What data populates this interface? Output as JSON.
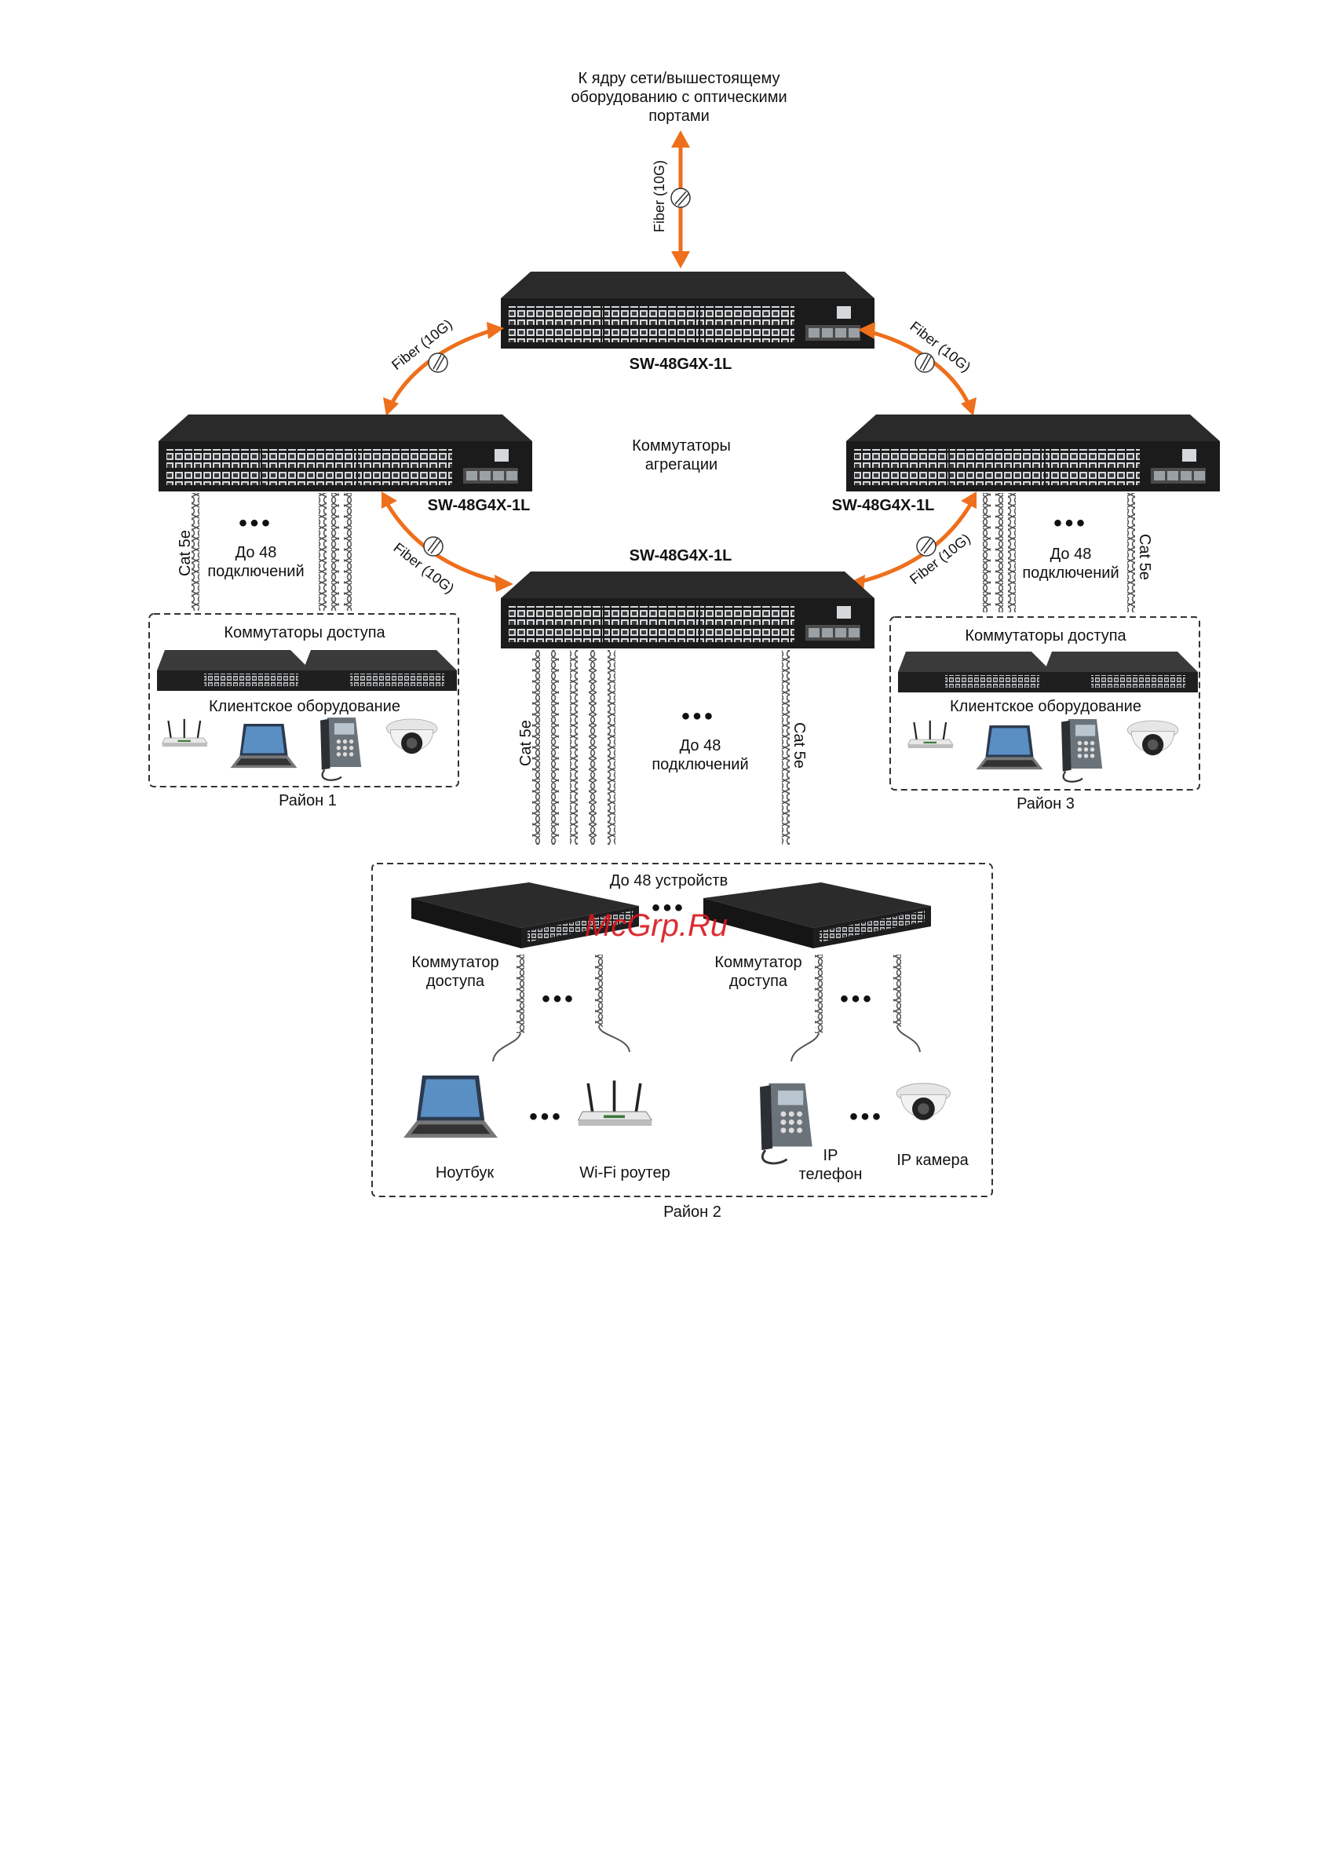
{
  "top": {
    "uplink_line1": "К ядру сети/вышестоящему",
    "uplink_line2": "оборудованию с оптическими",
    "uplink_line3": "портами",
    "fiber": "Fiber (10G)"
  },
  "core": {
    "model": "SW-48G4X-1L"
  },
  "aggregation": {
    "caption_line1": "Коммутаторы",
    "caption_line2": "агрегации",
    "left_model": "SW-48G4X-1L",
    "right_model": "SW-48G4X-1L",
    "center_model": "SW-48G4X-1L",
    "fiber_left_top": "Fiber (10G)",
    "fiber_right_top": "Fiber (10G)",
    "fiber_left_bottom": "Fiber (10G)",
    "fiber_right_bottom": "Fiber (10G)"
  },
  "links": {
    "cat_left": "Cat 5e",
    "cat_right": "Cat 5e",
    "cat_center_left": "Cat 5e",
    "cat_center_right": "Cat 5e",
    "upto_line1": "До 48",
    "upto_line2": "подключений",
    "dots": "•••"
  },
  "districts": {
    "d1": {
      "access_title": "Коммутаторы доступа",
      "client_title": "Клиентское оборудование",
      "name": "Район 1"
    },
    "d3": {
      "access_title": "Коммутаторы доступа",
      "client_title": "Клиентское оборудование",
      "name": "Район 3"
    },
    "d2": {
      "upto_devices": "До 48 устройств",
      "access_left_line1": "Коммутатор",
      "access_left_line2": "доступа",
      "access_right_line1": "Коммутатор",
      "access_right_line2": "доступа",
      "laptop": "Ноутбук",
      "router": "Wi-Fi роутер",
      "phone_line1": "IP",
      "phone_line2": "телефон",
      "camera": "IP камера",
      "name": "Район 2"
    }
  },
  "watermark": "McGrp.Ru",
  "colors": {
    "fiber": "#ee6f1c",
    "switch": "#1b1b1b",
    "port": "#cfd3d6"
  }
}
